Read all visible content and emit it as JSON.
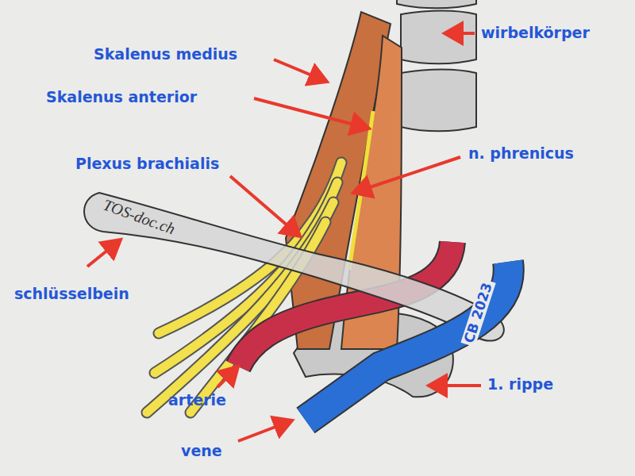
{
  "diagram": {
    "labels": [
      "Skalenus medius",
      "Skalenus anterior",
      "wirbelkörper",
      "Plexus brachialis",
      "n. phrenicus",
      "schlüsselbein",
      "arterie",
      "vene",
      "1. rippe",
      "TOS-doc.ch",
      "CB 2023"
    ]
  }
}
